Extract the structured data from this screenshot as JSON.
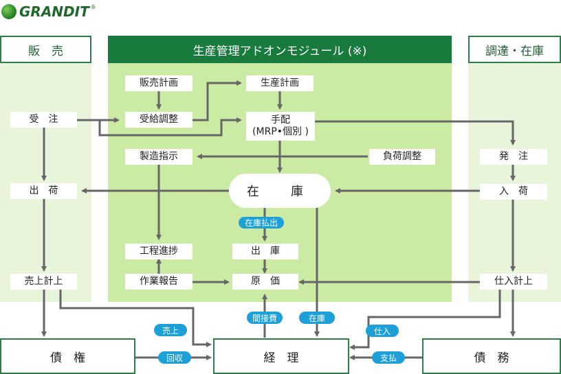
{
  "logo": {
    "text": "GRANDIT",
    "reg": "®"
  },
  "headers": {
    "sales": "販　売",
    "module": "生産管理アドオンモジュール (※)",
    "procurement": "調達・在庫"
  },
  "sales": {
    "order": "受　注",
    "shipment": "出　荷",
    "revenue": "売上計上"
  },
  "module": {
    "sales_plan": "販売計画",
    "supply_adjust": "受給調整",
    "production_plan": "生産計画",
    "arrange_line1": "手配",
    "arrange_line2": "(MRP•個別 )",
    "mfg_order": "製造指示",
    "load_adjust": "負荷調整",
    "inventory": "在　庫",
    "inv_dispatch": "在庫払出",
    "progress": "工程進捗",
    "issue": "出　庫",
    "work_report": "作業報告",
    "cost": "原　価"
  },
  "procurement": {
    "order": "発　注",
    "receipt": "入　荷",
    "purchase": "仕入計上"
  },
  "bottom": {
    "receivable": "債　権",
    "accounting": "経　理",
    "payable": "債　務"
  },
  "pills": {
    "sales": "売上",
    "collection": "回収",
    "indirect": "間接費",
    "inventory": "在庫",
    "purchase": "仕入",
    "payment": "支払"
  },
  "colors": {
    "brand_green": "#187a3c",
    "light_green": "#e8f5da",
    "mid_green": "#cbeaa4",
    "pill_blue": "#1d9fd8",
    "arrow_gray": "#666666"
  }
}
